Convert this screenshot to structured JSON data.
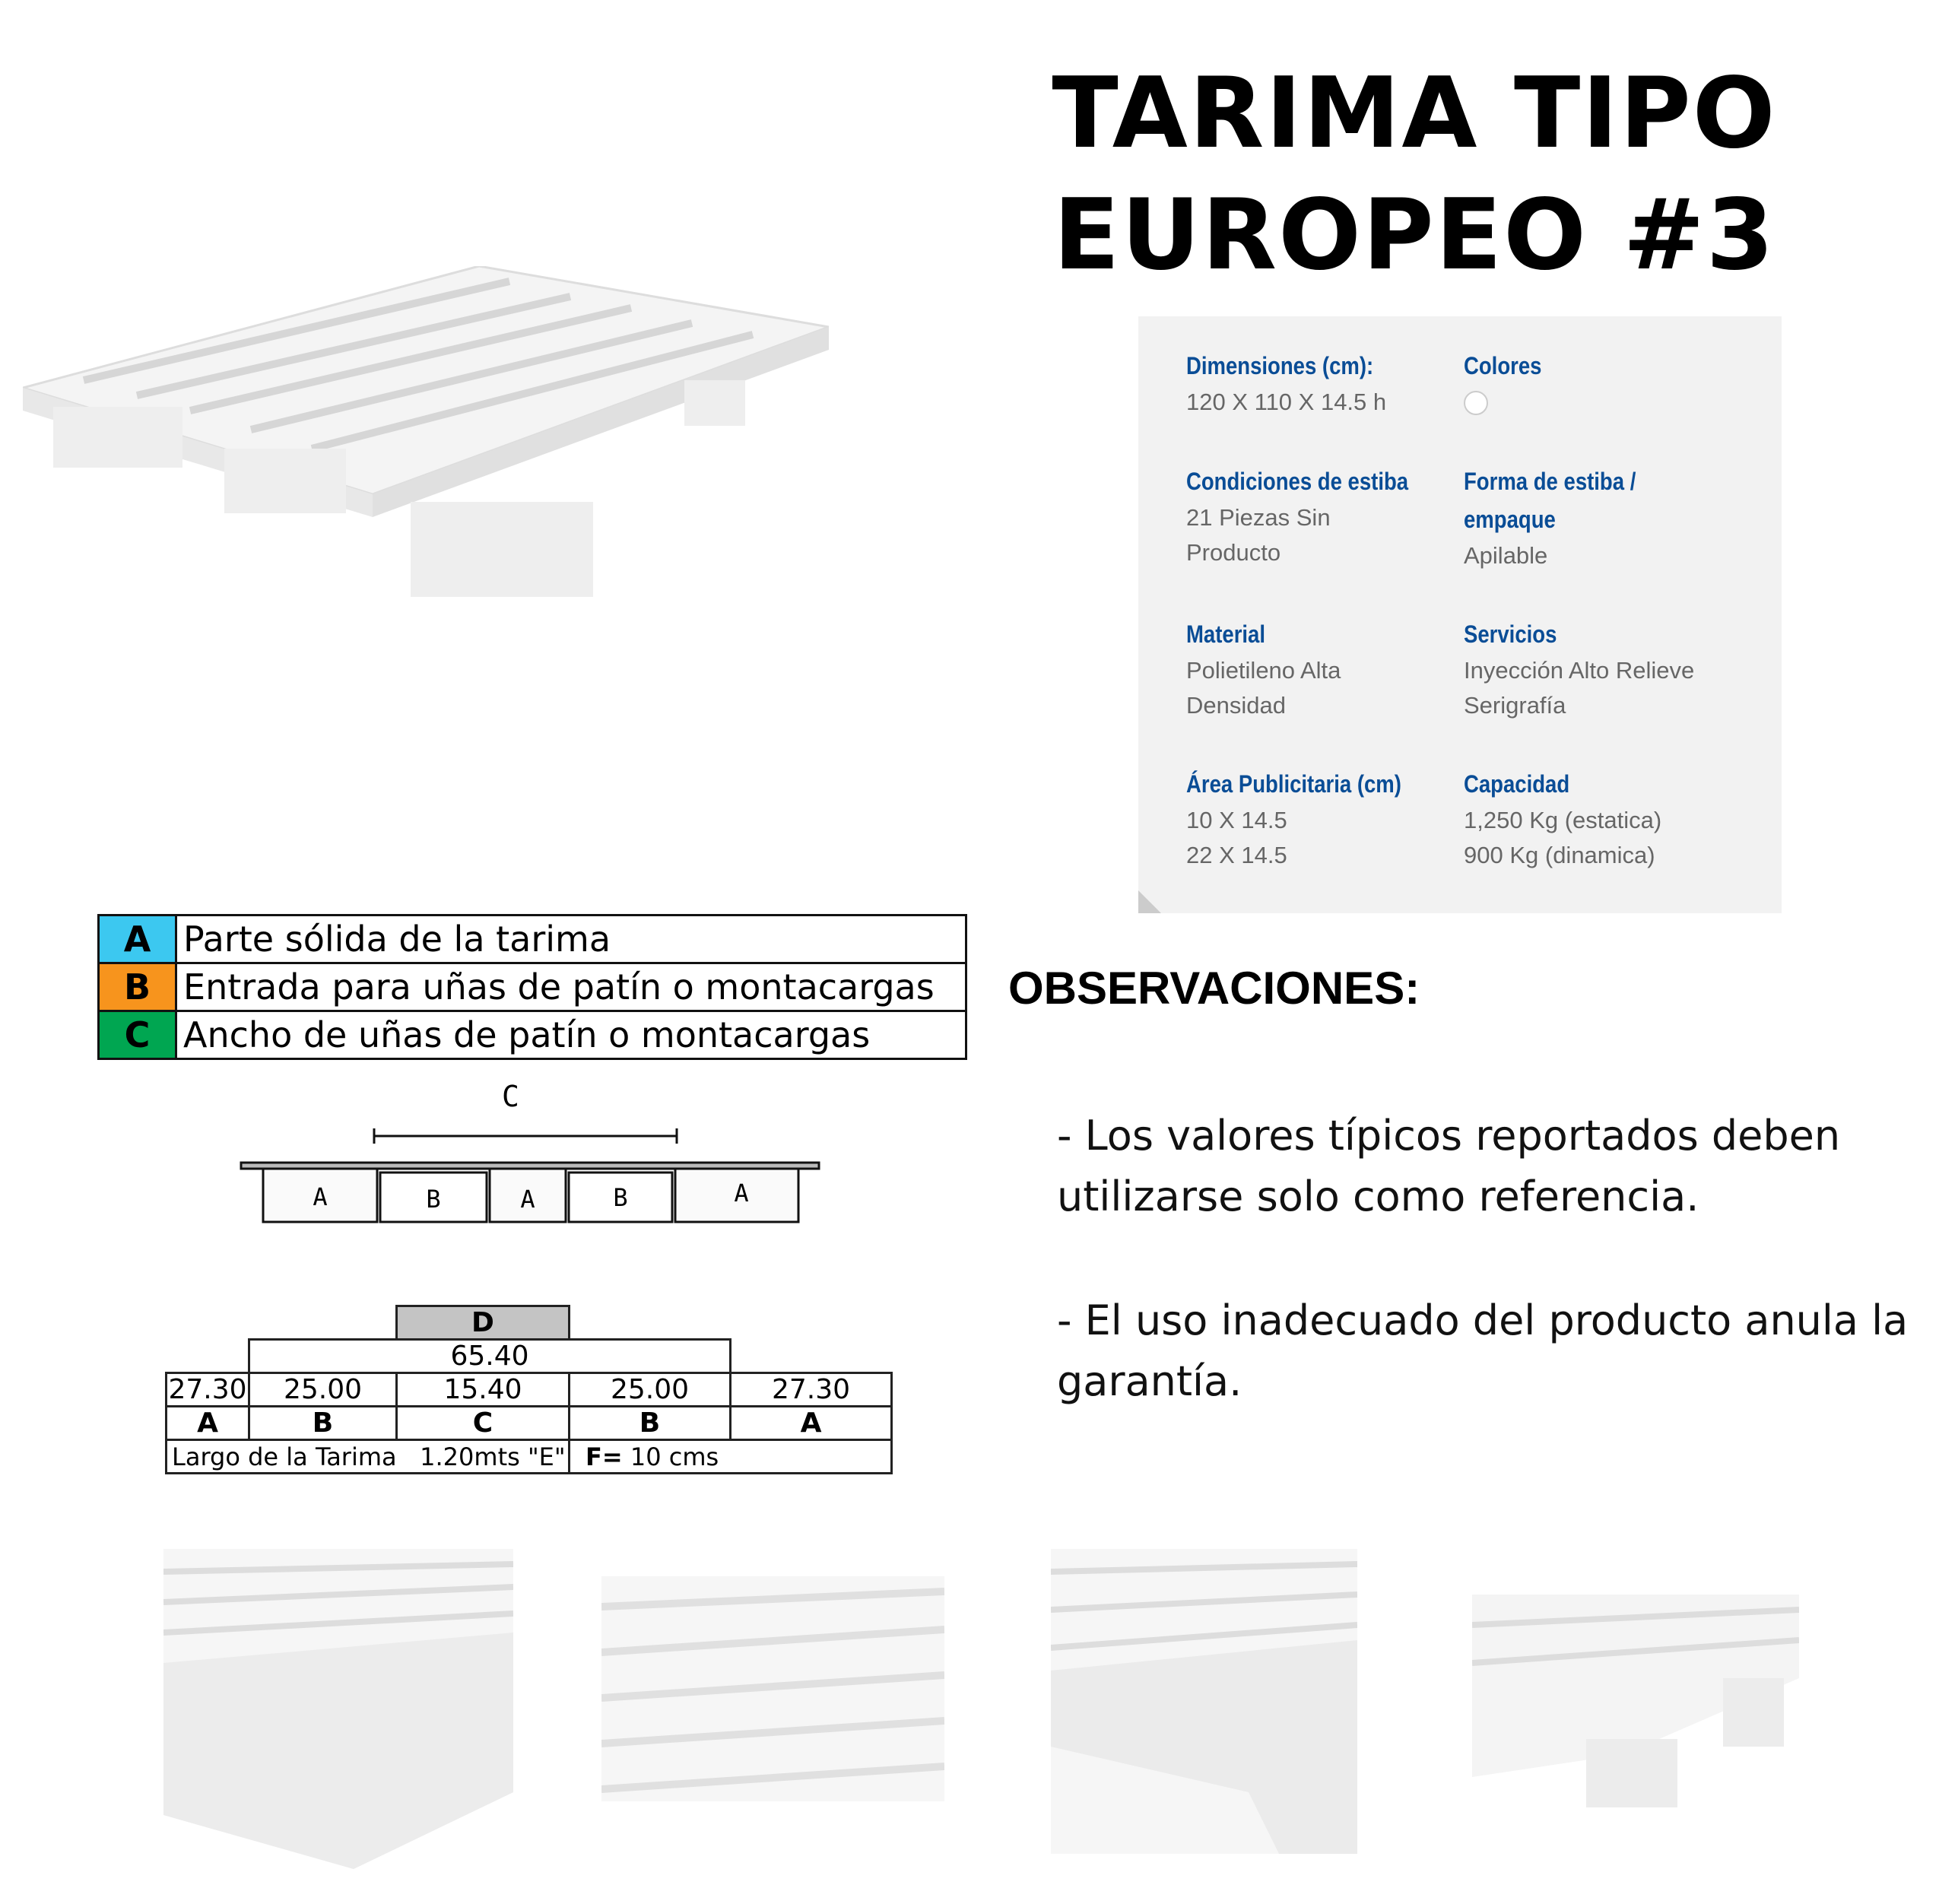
{
  "title": {
    "line1": "TARIMA TIPO",
    "line2": "EUROPEO #3"
  },
  "specs": [
    {
      "label": "Dimensiones (cm):",
      "value": [
        "120 X 110 X 14.5 h"
      ]
    },
    {
      "label": "Colores",
      "value": [],
      "swatch": "#ffffff"
    },
    {
      "label": "Condiciones de estiba",
      "value": [
        "21 Piezas Sin",
        "Producto"
      ]
    },
    {
      "label": "Forma de estiba /",
      "label2": "empaque",
      "value": [
        "Apilable"
      ]
    },
    {
      "label": "Material",
      "value": [
        "Polietileno Alta",
        "Densidad"
      ]
    },
    {
      "label": "Servicios",
      "value": [
        "Inyección Alto Relieve",
        "Serigrafía"
      ]
    },
    {
      "label": "Área Publicitaria (cm)",
      "value": [
        "10 X 14.5",
        "22 X 14.5"
      ]
    },
    {
      "label": "Capacidad",
      "value": [
        "1,250 Kg (estatica)",
        "900 Kg (dinamica)"
      ]
    }
  ],
  "legend": [
    {
      "key": "A",
      "text": "Parte sólida de la tarima",
      "color": "#3cc8f0"
    },
    {
      "key": "B",
      "text": "Entrada para uñas de patín o montacargas",
      "color": "#f7941d"
    },
    {
      "key": "C",
      "text": "Ancho de uñas de patín o montacargas",
      "color": "#00a651"
    }
  ],
  "observations": {
    "heading": "OBSERVACIONES:",
    "items": [
      [
        "- Los valores típicos reportados deben",
        "utilizarse solo como referencia."
      ],
      [
        "- El uso inadecuado  del producto anula la",
        "garantía."
      ]
    ]
  },
  "diagram": {
    "c_label": "C",
    "blocks": [
      "A",
      "B",
      "A",
      "B",
      "A"
    ]
  },
  "dim_table": {
    "d": "D",
    "span": "65.40",
    "values": [
      "27.30",
      "25.00",
      "15.40",
      "25.00",
      "27.30"
    ],
    "keys": [
      "A",
      "B",
      "C",
      "B",
      "A"
    ],
    "length_label": "Largo de la Tarima",
    "length_value": "1.20mts \"E\"",
    "f_label": "F=",
    "f_value": "10 cms"
  }
}
